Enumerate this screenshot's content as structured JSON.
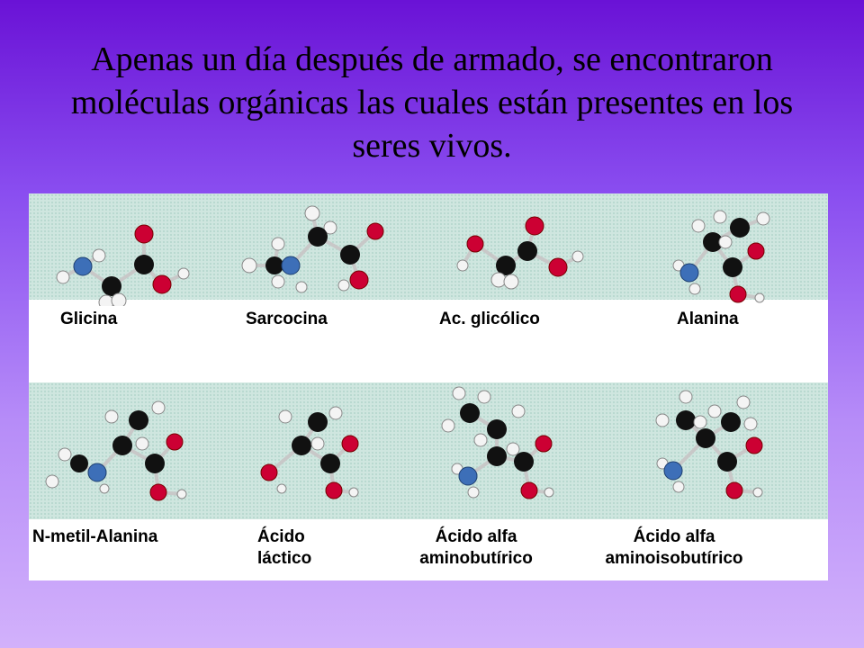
{
  "slide": {
    "title_line1": "Apenas un día después de armado, se encontraron",
    "title_line2": "moléculas orgánicas las cuales están presentes en los",
    "title_line3": "seres vivos."
  },
  "molecules_row1": [
    {
      "name": "Glicina"
    },
    {
      "name": "Sarcocina"
    },
    {
      "name": "Ac. glicólico"
    },
    {
      "name": "Alanina"
    }
  ],
  "molecules_row2": [
    {
      "name_line1": "N-metil-Alanina",
      "name_line2": ""
    },
    {
      "name_line1": "Ácido",
      "name_line2": "láctico"
    },
    {
      "name_line1": "Ácido alfa",
      "name_line2": "aminobutírico"
    },
    {
      "name_line1": "Ácido alfa",
      "name_line2": "aminoisobutírico"
    }
  ],
  "atom_colors": {
    "carbon": "#111111",
    "oxygen": "#cc0033",
    "nitrogen": "#3d6fb8",
    "hydrogen": "#f4f4f4"
  }
}
